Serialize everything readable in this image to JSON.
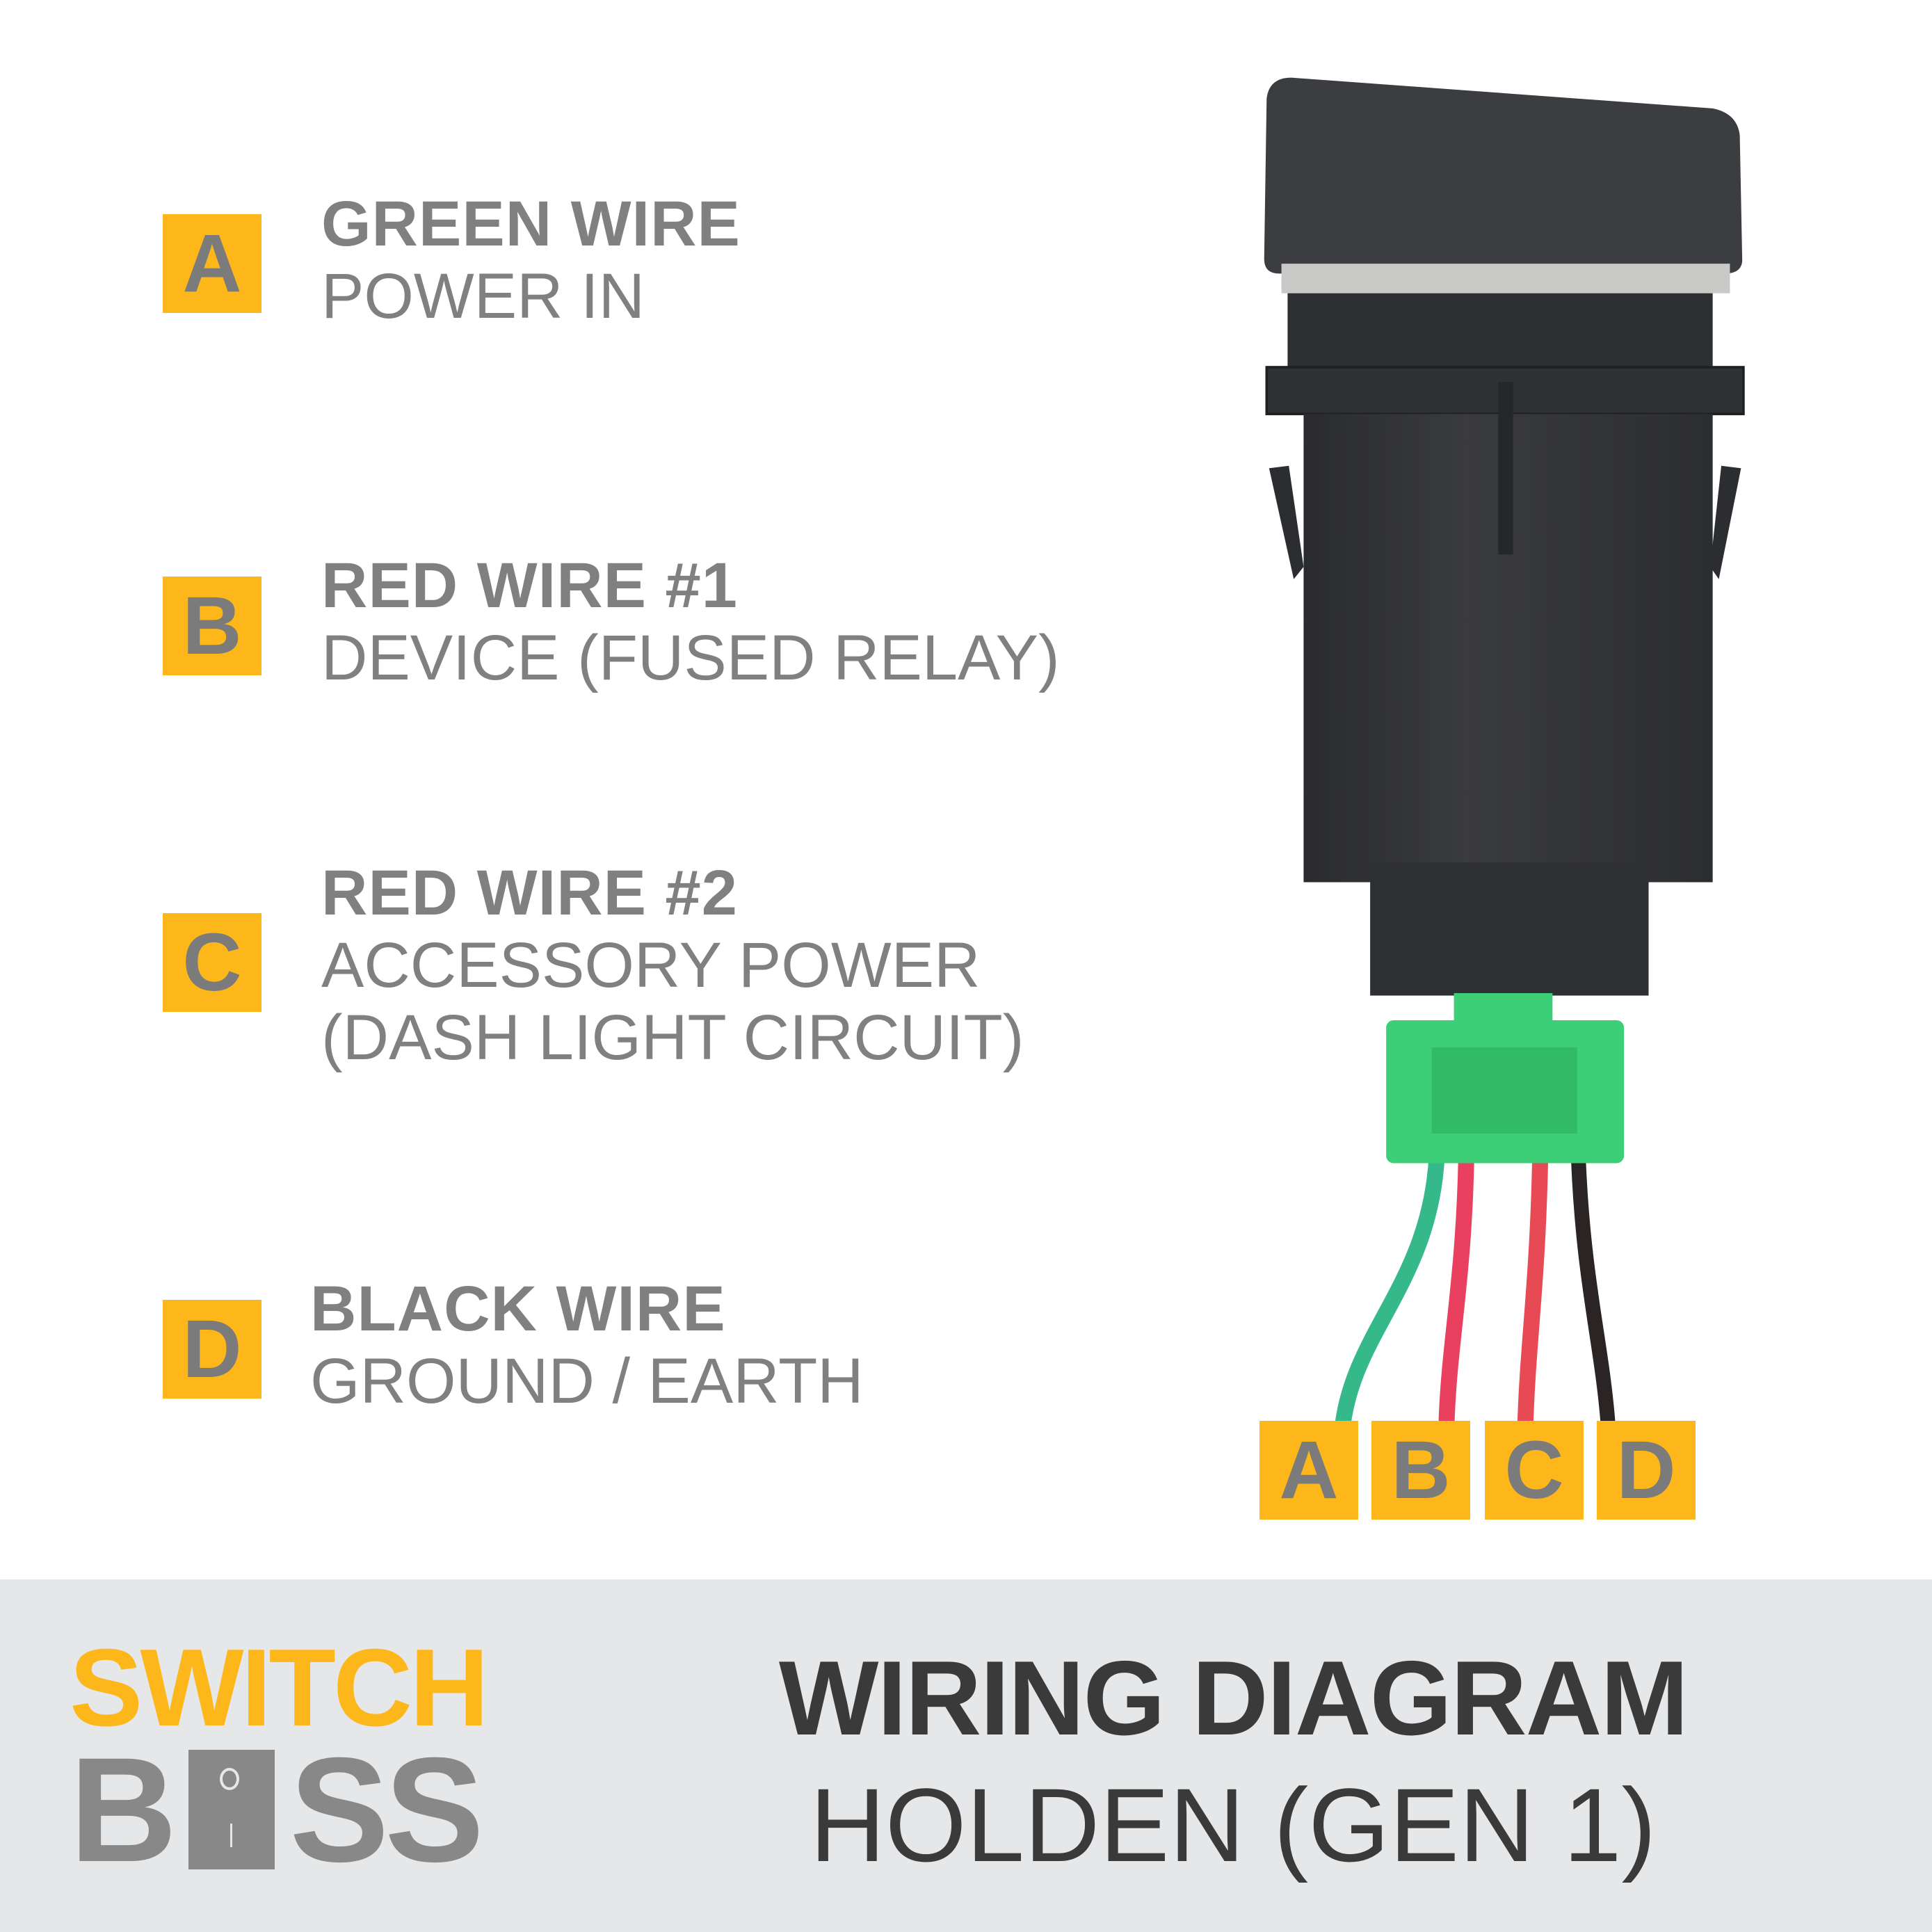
{
  "legend": [
    {
      "letter": "A",
      "title": "GREEN WIRE",
      "desc": [
        "POWER IN"
      ]
    },
    {
      "letter": "B",
      "title": "RED WIRE #1",
      "desc": [
        "DEVICE (FUSED RELAY)"
      ]
    },
    {
      "letter": "C",
      "title": "RED WIRE #2",
      "desc": [
        "ACCESSORY POWER",
        "(DASH LIGHT CIRCUIT)"
      ]
    },
    {
      "letter": "D",
      "title": "BLACK WIRE",
      "desc": [
        "GROUND / EARTH"
      ]
    }
  ],
  "pin_labels": [
    "A",
    "B",
    "C",
    "D"
  ],
  "logo": {
    "line1": "SWITCH",
    "line2": "BOSS"
  },
  "footer": {
    "title": "WIRING DIAGRAM",
    "subtitle": "HOLDEN (GEN 1)"
  },
  "colors": {
    "accent": "#fdb71a",
    "text_gray": "#808080",
    "footer_bg": "#e6e7e8",
    "title": "#3a3a3b",
    "connector": "#3ccf77"
  }
}
